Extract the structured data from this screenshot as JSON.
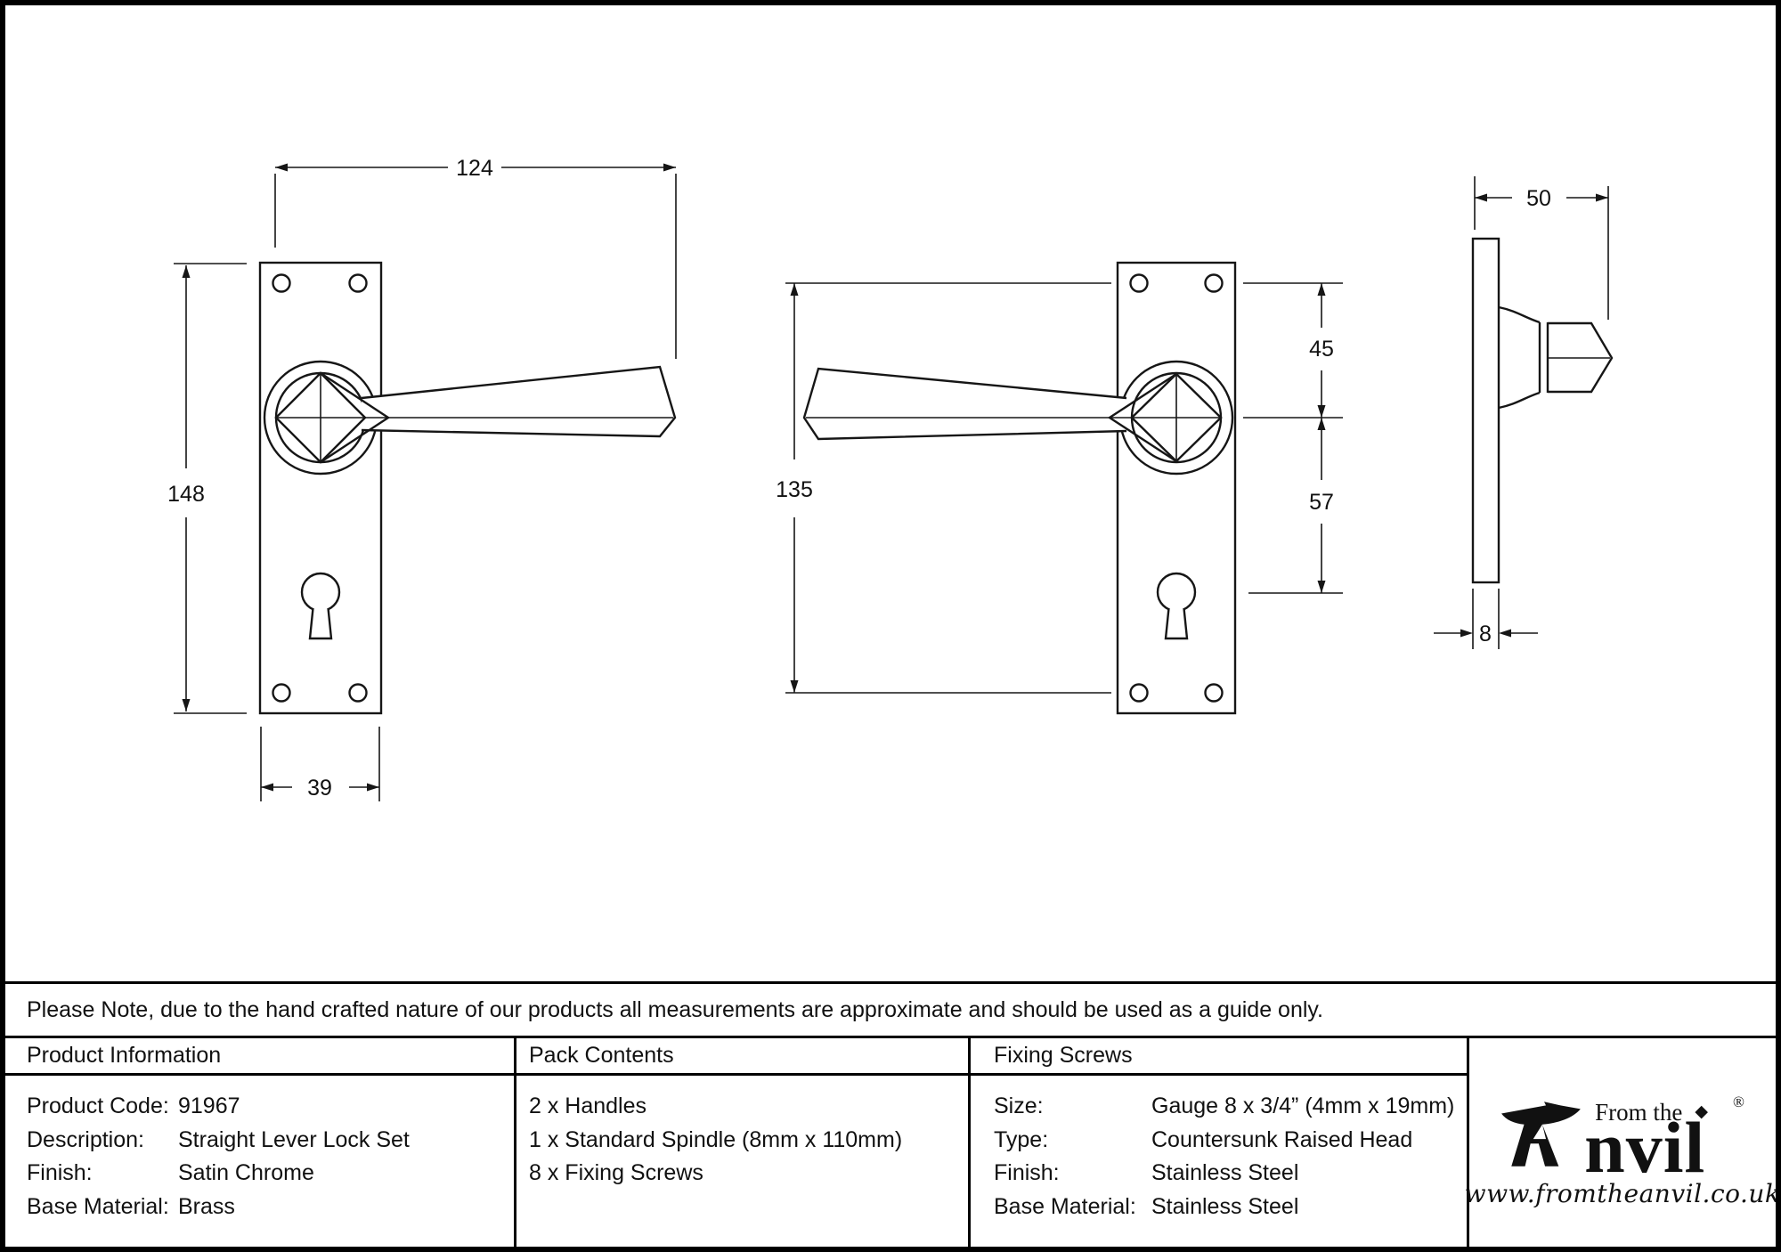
{
  "drawing_title": "Straight Lever Lock Set technical drawing",
  "dims": {
    "front_view": {
      "overall_width": "124",
      "plate_height": "148",
      "plate_width": "39"
    },
    "centres_view": {
      "fixing_centres": "135",
      "top_to_spindle": "45",
      "spindle_to_keyhole": "57"
    },
    "side_view": {
      "projection": "50",
      "plate_thickness": "8"
    }
  },
  "note": "Please Note, due to the hand crafted nature of our products all measurements are approximate and should be used as a guide only.",
  "table": {
    "product_info": {
      "header": "Product Information",
      "rows": [
        {
          "label": "Product Code:",
          "value": "91967"
        },
        {
          "label": "Description:",
          "value": "Straight Lever Lock Set"
        },
        {
          "label": "Finish:",
          "value": "Satin Chrome"
        },
        {
          "label": "Base Material:",
          "value": "Brass"
        }
      ]
    },
    "pack_contents": {
      "header": "Pack Contents",
      "lines": [
        "2 x Handles",
        "1 x Standard Spindle (8mm x 110mm)",
        "8 x Fixing Screws"
      ]
    },
    "fixing_screws": {
      "header": "Fixing Screws",
      "rows": [
        {
          "label": "Size:",
          "value": "Gauge 8 x 3/4” (4mm x 19mm)"
        },
        {
          "label": "Type:",
          "value": "Countersunk Raised Head"
        },
        {
          "label": "Finish:",
          "value": "Stainless Steel"
        },
        {
          "label": "Base Material:",
          "value": "Stainless Steel"
        }
      ]
    }
  },
  "logo": {
    "brand_top": "From the",
    "diamond": "◆",
    "registered": "®",
    "brand_word": "nvil",
    "url": "www.fromtheanvil.co.uk"
  }
}
